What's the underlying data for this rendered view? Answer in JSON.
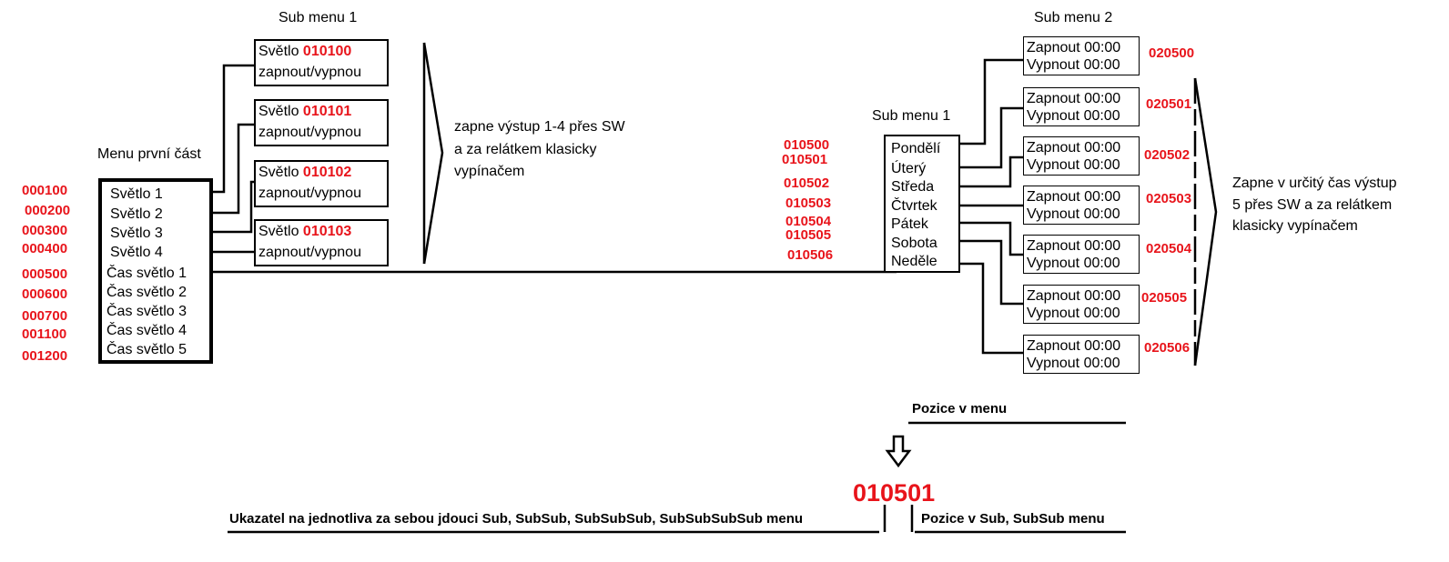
{
  "headers": {
    "sub_menu_1_left": "Sub menu 1",
    "menu_first_part": "Menu první část",
    "sub_menu_1_right": "Sub menu 1",
    "sub_menu_2": "Sub menu 2"
  },
  "main_menu": {
    "codes": [
      "000100",
      "000200",
      "000300",
      "000400",
      "000500",
      "000600",
      "000700",
      "001100",
      "001200"
    ],
    "items": [
      "Světlo 1",
      "Světlo 2",
      "Světlo 3",
      "Světlo 4",
      "Čas světlo 1",
      "Čas světlo 2",
      "Čas světlo 3",
      "Čas světlo 4",
      "Čas světlo 5"
    ]
  },
  "sub_menu_1": [
    {
      "label": "Světlo",
      "code": "010100",
      "action": "zapnout/vypnou"
    },
    {
      "label": "Světlo",
      "code": "010101",
      "action": "zapnout/vypnou"
    },
    {
      "label": "Světlo",
      "code": "010102",
      "action": "zapnout/vypnou"
    },
    {
      "label": "Světlo",
      "code": "010103",
      "action": "zapnout/vypnou"
    }
  ],
  "note_left": [
    "zapne výstup 1-4 přes SW",
    "a za relátkem klasicky",
    "vypínačem"
  ],
  "days": {
    "codes": [
      "010500",
      "010501",
      "010502",
      "010503",
      "010504",
      "010505",
      "010506"
    ],
    "items": [
      "Pondělí",
      "Úterý",
      "Středa",
      "Čtvrtek",
      "Pátek",
      "Sobota",
      "Neděle"
    ]
  },
  "sub_menu_2": [
    {
      "on": "Zapnout 00:00",
      "off": "Vypnout 00:00",
      "code": "020500"
    },
    {
      "on": "Zapnout 00:00",
      "off": "Vypnout 00:00",
      "code": "020501"
    },
    {
      "on": "Zapnout 00:00",
      "off": "Vypnout 00:00",
      "code": "020502"
    },
    {
      "on": "Zapnout 00:00",
      "off": "Vypnout 00:00",
      "code": "020503"
    },
    {
      "on": "Zapnout 00:00",
      "off": "Vypnout 00:00",
      "code": "020504"
    },
    {
      "on": "Zapnout 00:00",
      "off": "Vypnout 00:00",
      "code": "020505"
    },
    {
      "on": "Zapnout 00:00",
      "off": "Vypnout 00:00",
      "code": "020506"
    }
  ],
  "note_right": [
    "Zapne v určitý čas výstup",
    "5 přes SW a za relátkem",
    "klasicky vypínačem"
  ],
  "legend": {
    "position_in_menu": "Pozice v menu",
    "example_code": "010501",
    "pointer_text": "Ukazatel na jednotliva za sebou jdouci Sub, SubSub, SubSubSub, SubSubSubSub menu",
    "position_in_sub": "Pozice v Sub, SubSub menu"
  },
  "colors": {
    "code_red": "#e8141b",
    "line": "#000000"
  }
}
